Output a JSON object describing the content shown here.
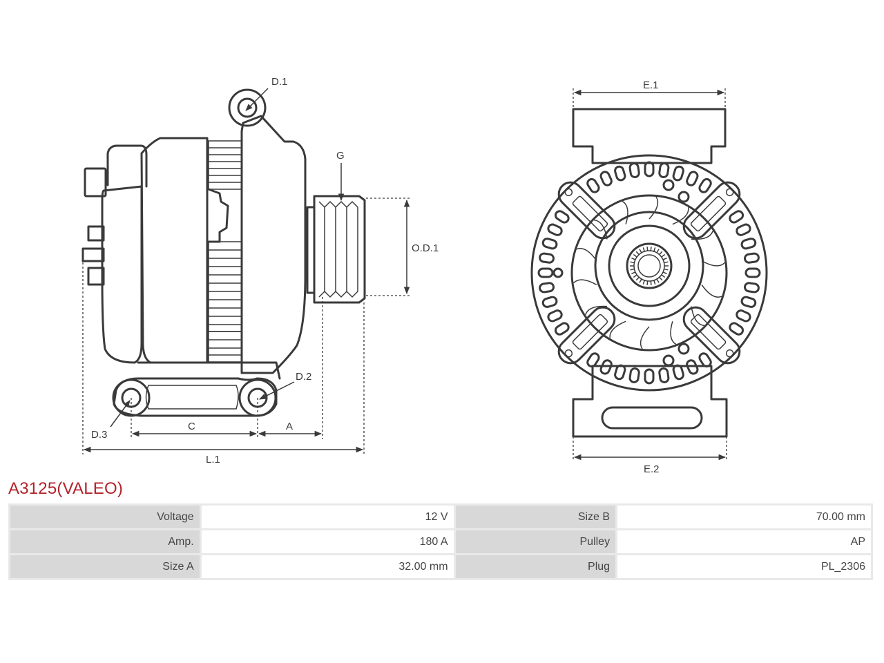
{
  "product": {
    "title": "A3125(VALEO)"
  },
  "drawing": {
    "labels": {
      "d1": "D.1",
      "d2": "D.2",
      "d3": "D.3",
      "g": "G",
      "od1": "O.D.1",
      "a": "A",
      "c": "C",
      "l1": "L.1",
      "e1": "E.1",
      "e2": "E.2"
    }
  },
  "specs": [
    {
      "key": "Voltage",
      "value": "12 V",
      "key2": "Size B",
      "value2": "70.00 mm"
    },
    {
      "key": "Amp.",
      "value": "180 A",
      "key2": "Pulley",
      "value2": "AP"
    },
    {
      "key": "Size A",
      "value": "32.00 mm",
      "key2": "Plug",
      "value2": "PL_2306"
    }
  ]
}
